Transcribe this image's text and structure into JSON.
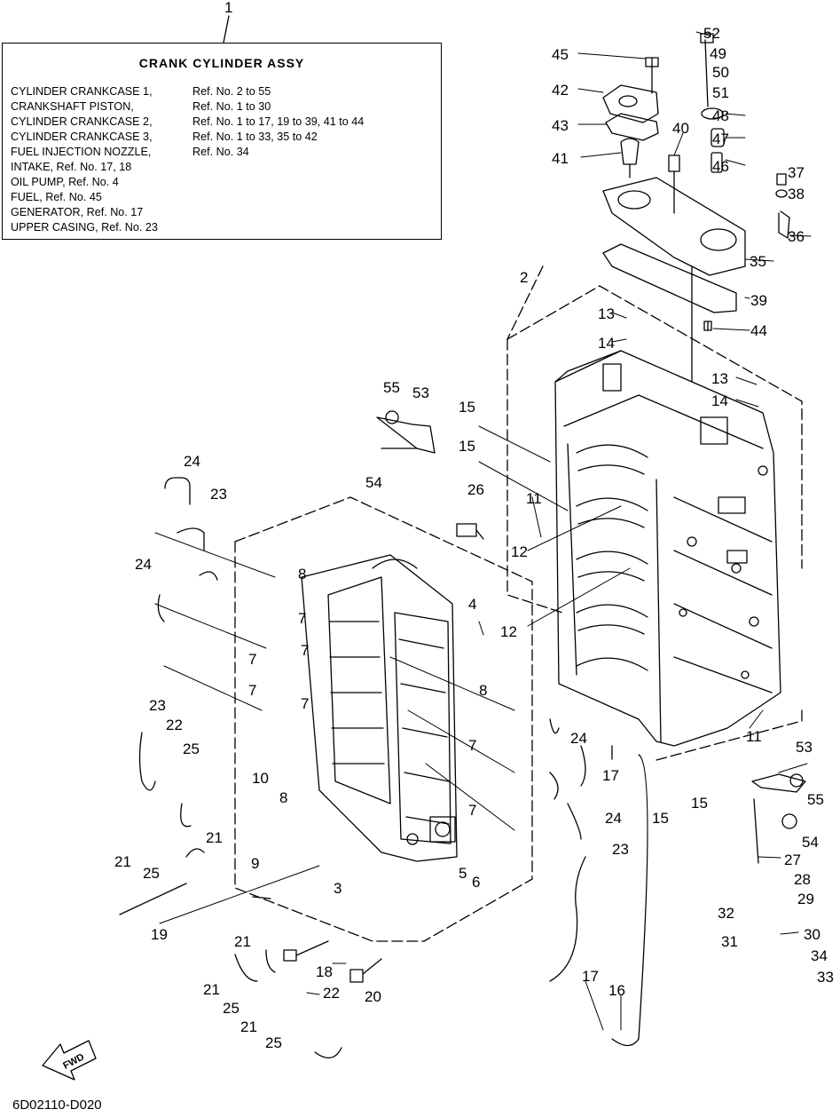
{
  "header": {
    "box_number": "1"
  },
  "legend": {
    "title": "CRANK  CYLINDER ASSY",
    "rows": [
      {
        "name": "CYLINDER CRANKCASE 1,",
        "ref": "Ref. No. 2 to 55"
      },
      {
        "name": "CRANKSHAFT PISTON,",
        "ref": "Ref. No. 1 to 30"
      },
      {
        "name": "CYLINDER CRANKCASE 2,",
        "ref": "Ref. No. 1 to 17, 19 to 39, 41 to 44"
      },
      {
        "name": "CYLINDER CRANKCASE 3,",
        "ref": "Ref. No. 1 to 33, 35 to 42"
      },
      {
        "name": "FUEL INJECTION NOZZLE,",
        "ref": "Ref. No. 34"
      },
      {
        "name": "INTAKE, Ref. No. 17, 18",
        "ref": ""
      },
      {
        "name": "OIL PUMP,  Ref. No. 4",
        "ref": ""
      },
      {
        "name": "FUEL, Ref. No. 45",
        "ref": ""
      },
      {
        "name": "GENERATOR,  Ref. No. 17",
        "ref": ""
      },
      {
        "name": "UPPER CASING, Ref. No. 23",
        "ref": ""
      }
    ]
  },
  "callouts": [
    "52",
    "49",
    "45",
    "50",
    "42",
    "51",
    "48",
    "43",
    "40",
    "47",
    "41",
    "46",
    "37",
    "38",
    "36",
    "35",
    "2",
    "39",
    "13",
    "44",
    "14",
    "13",
    "14",
    "55",
    "53",
    "15",
    "15",
    "54",
    "24",
    "26",
    "11",
    "23",
    "12",
    "24",
    "8",
    "7",
    "4",
    "7",
    "7",
    "12",
    "7",
    "7",
    "8",
    "11",
    "23",
    "22",
    "24",
    "7",
    "25",
    "53",
    "10",
    "17",
    "55",
    "8",
    "7",
    "24",
    "15",
    "15",
    "54",
    "21",
    "23",
    "21",
    "9",
    "5",
    "27",
    "25",
    "6",
    "3",
    "28",
    "29",
    "32",
    "19",
    "30",
    "21",
    "31",
    "34",
    "18",
    "33",
    "20",
    "17",
    "22",
    "21",
    "16",
    "25",
    "21",
    "25"
  ],
  "footer": {
    "drawing_code": "6D02110-D020",
    "direction_label": "FWD"
  }
}
